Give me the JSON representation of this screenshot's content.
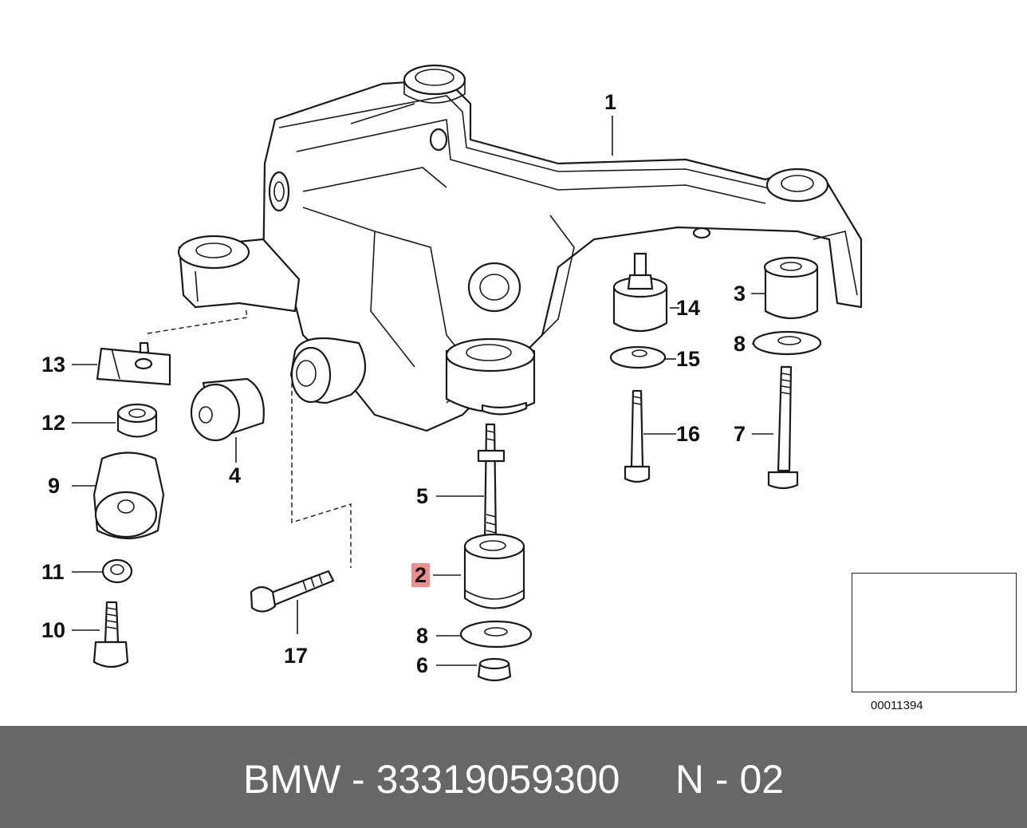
{
  "diagram": {
    "callouts": [
      {
        "id": "c1",
        "label": "1"
      },
      {
        "id": "c2",
        "label": "2"
      },
      {
        "id": "c3",
        "label": "3"
      },
      {
        "id": "c4",
        "label": "4"
      },
      {
        "id": "c5",
        "label": "5"
      },
      {
        "id": "c6",
        "label": "6"
      },
      {
        "id": "c7",
        "label": "7"
      },
      {
        "id": "c8a",
        "label": "8"
      },
      {
        "id": "c8b",
        "label": "8"
      },
      {
        "id": "c9",
        "label": "9"
      },
      {
        "id": "c10",
        "label": "10"
      },
      {
        "id": "c11",
        "label": "11"
      },
      {
        "id": "c12",
        "label": "12"
      },
      {
        "id": "c13",
        "label": "13"
      },
      {
        "id": "c14",
        "label": "14"
      },
      {
        "id": "c15",
        "label": "15"
      },
      {
        "id": "c16",
        "label": "16"
      },
      {
        "id": "c17",
        "label": "17"
      }
    ],
    "highlighted_callout": "2",
    "highlight_color": "#f08e8e",
    "reference_number": "00011394"
  },
  "footer": {
    "text": "BMW - 33319059300     N - 02",
    "background_color": "#676767"
  }
}
